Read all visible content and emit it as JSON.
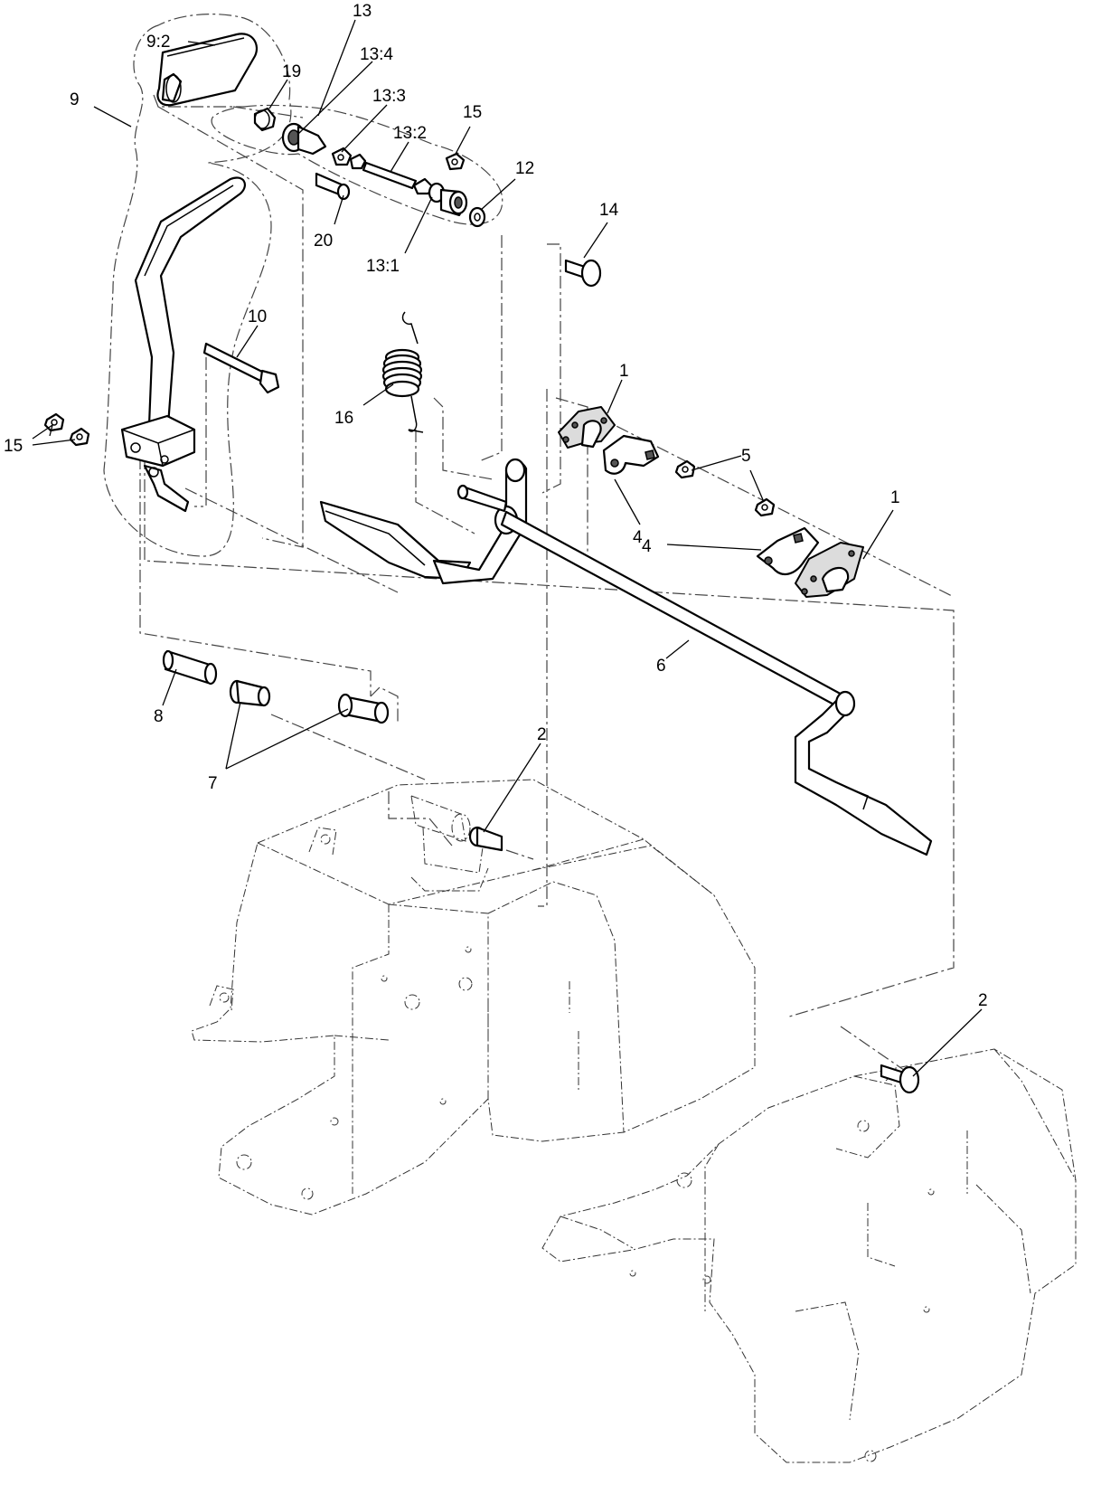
{
  "diagram": {
    "callouts": [
      {
        "id": "c13",
        "text": "13"
      },
      {
        "id": "c9-2",
        "text": "9:2"
      },
      {
        "id": "c13-4",
        "text": "13:4"
      },
      {
        "id": "c19",
        "text": "19"
      },
      {
        "id": "c9",
        "text": "9"
      },
      {
        "id": "c13-3",
        "text": "13:3"
      },
      {
        "id": "c15-top",
        "text": "15"
      },
      {
        "id": "c13-2",
        "text": "13:2"
      },
      {
        "id": "c12",
        "text": "12"
      },
      {
        "id": "c20",
        "text": "20"
      },
      {
        "id": "c13-1",
        "text": "13:1"
      },
      {
        "id": "c14",
        "text": "14"
      },
      {
        "id": "c10",
        "text": "10"
      },
      {
        "id": "c1-top",
        "text": "1"
      },
      {
        "id": "c16",
        "text": "16"
      },
      {
        "id": "c15-left",
        "text": "15"
      },
      {
        "id": "c5",
        "text": "5"
      },
      {
        "id": "c1-right",
        "text": "1"
      },
      {
        "id": "c4-top",
        "text": "4"
      },
      {
        "id": "c4-mid",
        "text": "4"
      },
      {
        "id": "c6",
        "text": "6"
      },
      {
        "id": "c8",
        "text": "8"
      },
      {
        "id": "c2-mid",
        "text": "2"
      },
      {
        "id": "c7",
        "text": "7"
      },
      {
        "id": "c2-right",
        "text": "2"
      }
    ]
  }
}
